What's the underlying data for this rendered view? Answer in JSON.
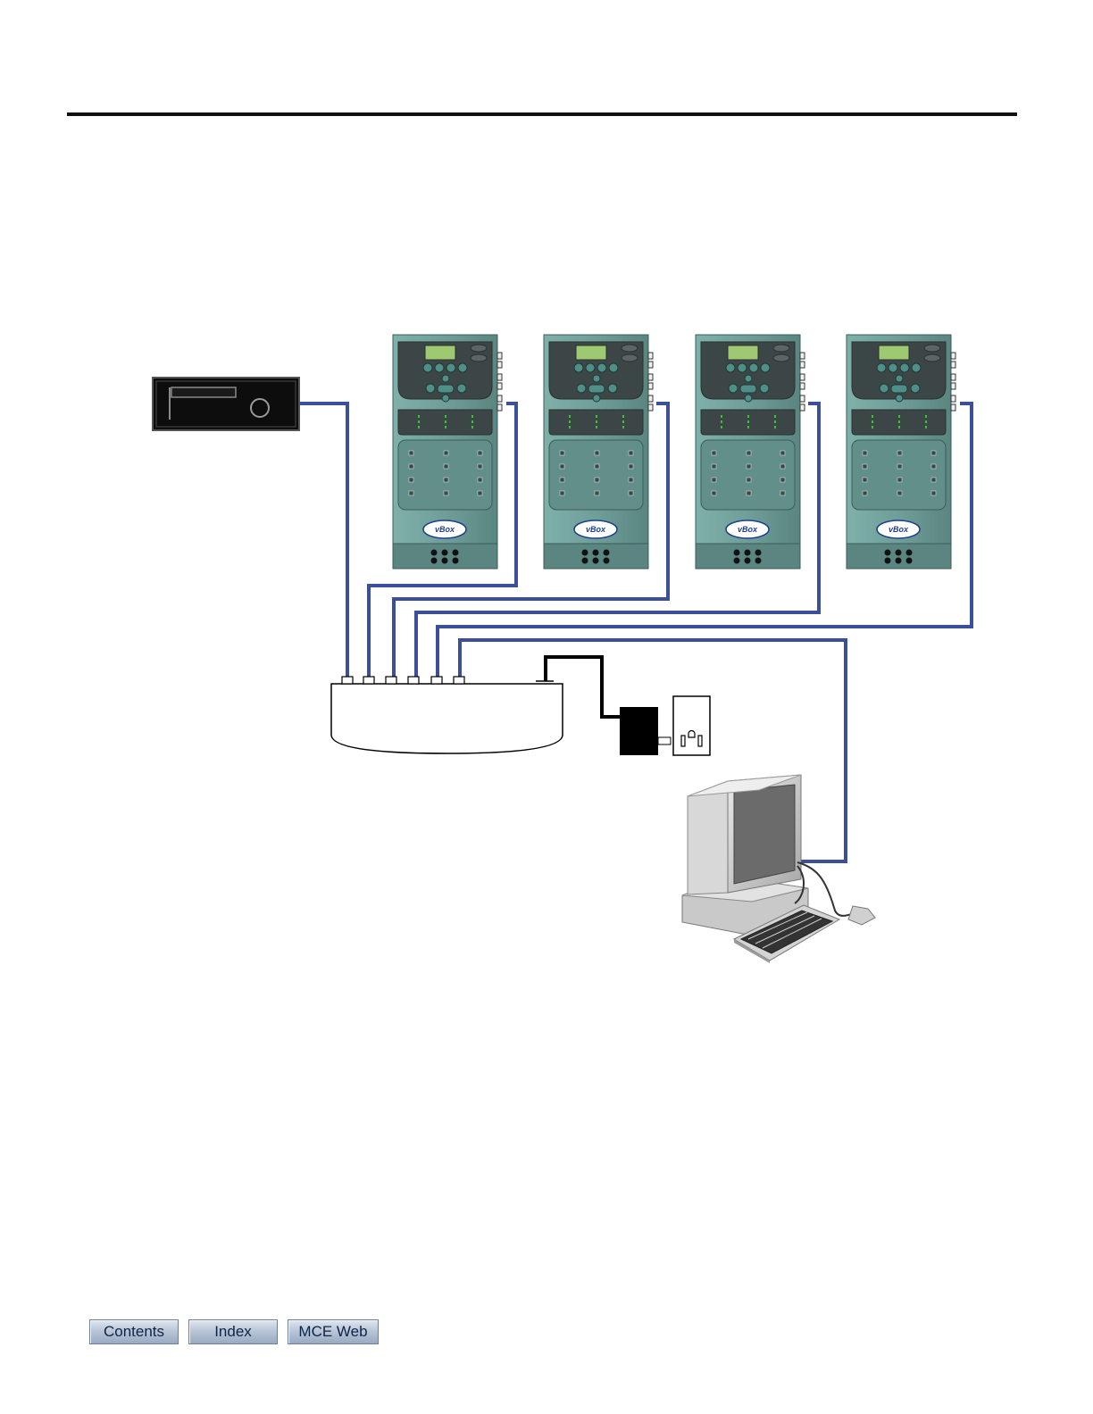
{
  "footer": {
    "buttons": [
      {
        "label": "Contents"
      },
      {
        "label": "Index"
      },
      {
        "label": "MCE Web"
      }
    ]
  },
  "diagram": {
    "controllers": [
      {
        "logo": "vBox",
        "logo_color": "#1d3f8a"
      },
      {
        "logo": "vBox",
        "logo_color": "#1d3f8a"
      },
      {
        "logo": "vBox",
        "logo_color": "#1d3f8a"
      },
      {
        "logo": "vBox",
        "logo_color": "#1d3f8a"
      }
    ],
    "colors": {
      "network_cable": "#3b4f9b",
      "power_cable": "#000000",
      "controller_body": "#6f9e99",
      "controller_panel": "#3d4646",
      "lcd": "#9fc873",
      "button": "#4f8f88",
      "led": "#38c238"
    },
    "icons": [
      "dvr-device-icon",
      "ethernet-hub-icon",
      "power-adapter-icon",
      "wall-outlet-icon",
      "computer-icon"
    ]
  }
}
